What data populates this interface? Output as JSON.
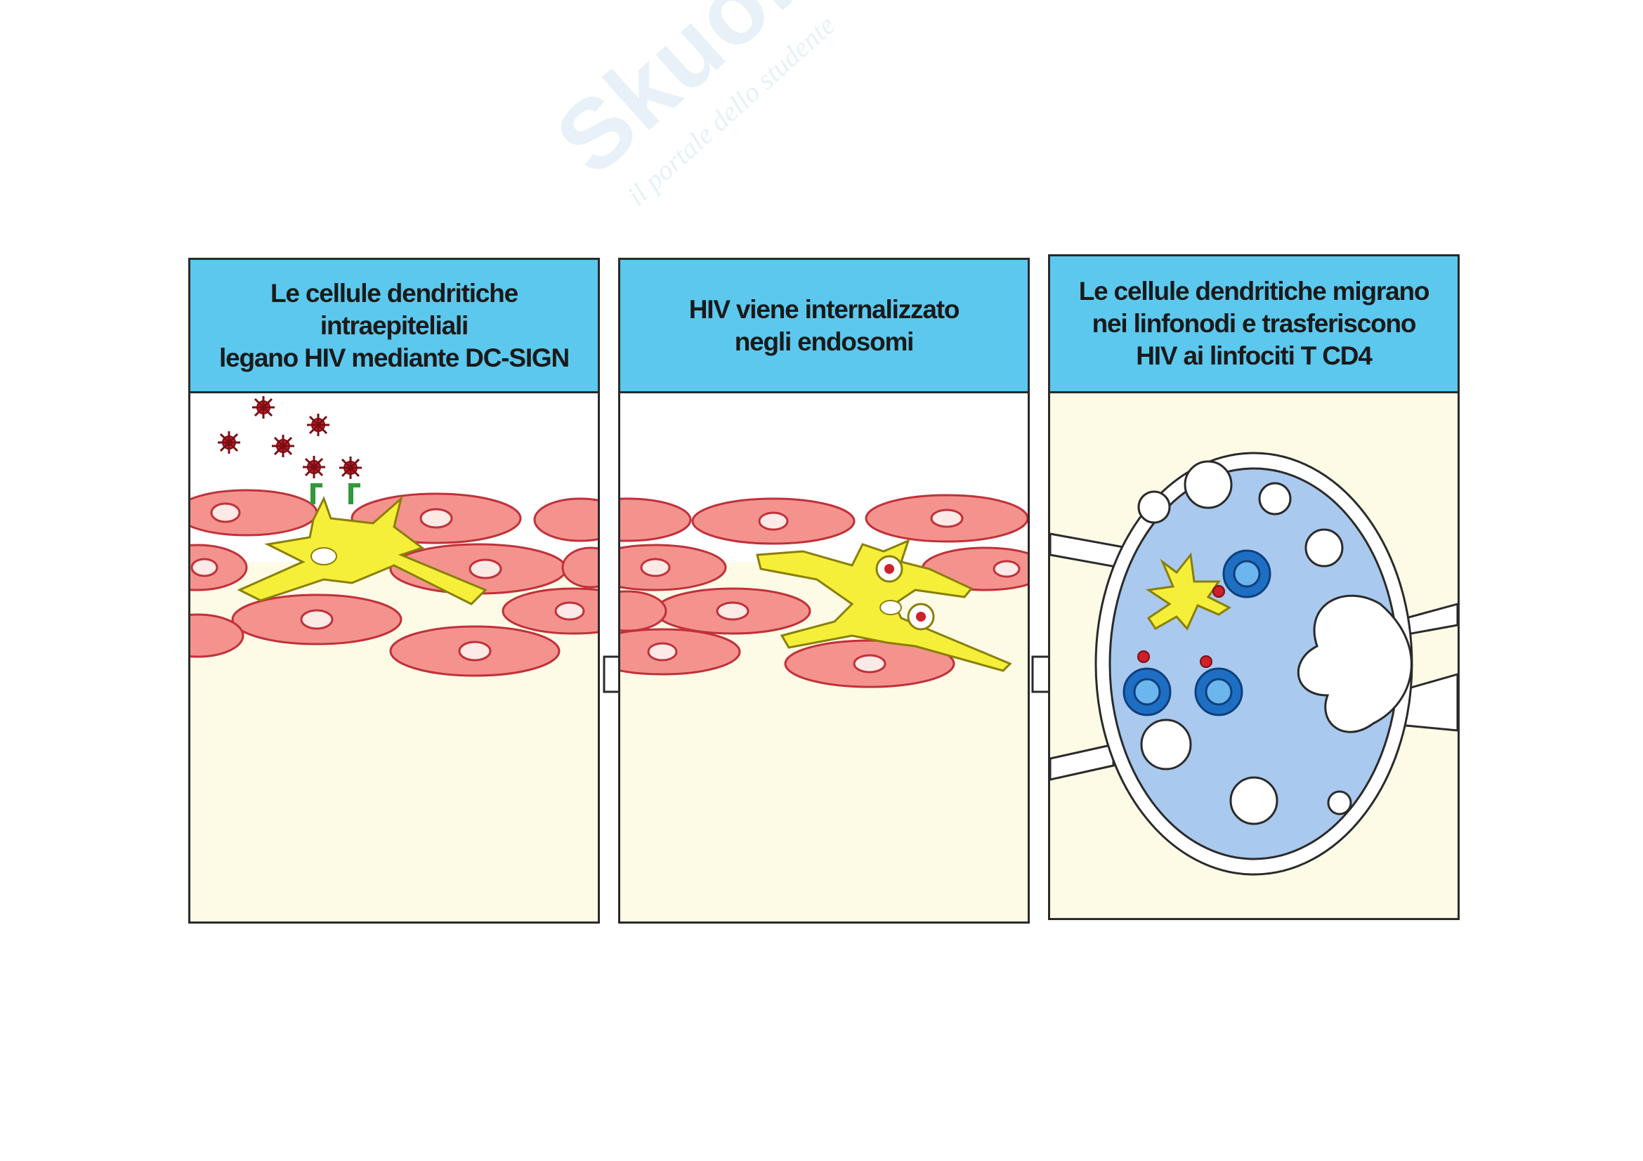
{
  "panels": [
    {
      "title": "Le cellule dendritiche intraepiteliali\nlegano HIV mediante DC-SIGN"
    },
    {
      "title": "HIV viene internalizzato\nnegli endosomi"
    },
    {
      "title": "Le cellule dendritiche migrano\nnei linfonodi e trasferiscono\nHIV ai linfociti T CD4"
    }
  ],
  "watermark": {
    "logo": "Skuola.net",
    "subtitle": "il portale dello studente"
  },
  "colors": {
    "header": "#5cc8ee",
    "background": "#fdfbe6",
    "epithelial_cell": "#f4938e",
    "dendritic_cell": "#f5ef3a",
    "virus": "#d0202a",
    "lymph_node": "#a9c9ee",
    "t_cell": "#1e6fc4"
  },
  "icons": [
    "hiv-virion-icon",
    "dc-sign-receptor-icon",
    "arrow-right-icon"
  ]
}
